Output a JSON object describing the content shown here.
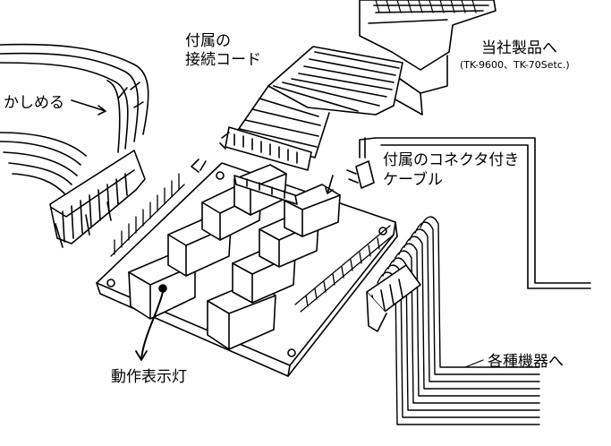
{
  "labels": {
    "cable_line1": "付属の",
    "cable_line2": "接続コード",
    "crimp": "かしめる",
    "product": "当社製品へ",
    "product_models": "(TK-9600、TK-70Setc.)",
    "connector_line1": "付属のコネクタ付き",
    "connector_line2": "ケーブル",
    "indicator": "動作表示灯",
    "devices": "各種機器へ"
  },
  "colors": {
    "ink": "#000000",
    "paper": "#ffffff"
  }
}
